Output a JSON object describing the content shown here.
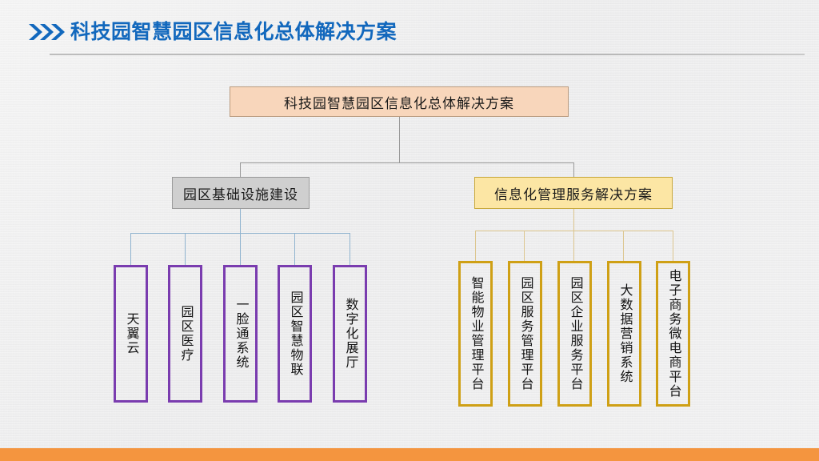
{
  "header": {
    "title": "科技园智慧园区信息化总体解决方案",
    "chevron_icon": "triple-chevron-right-icon",
    "accent_color": "#1268bd",
    "rule_color": "#bdbdbd"
  },
  "footer": {
    "bar_color": "#f4953f"
  },
  "chart_data": {
    "type": "diagram",
    "title": "科技园智慧园区信息化总体解决方案",
    "root": {
      "label": "科技园智慧园区信息化总体解决方案",
      "fill": "#f8d6bb",
      "border": "#b99a7e"
    },
    "branches": [
      {
        "label": "园区基础设施建设",
        "fill": "#cfcfcf",
        "border": "#9b9b9b",
        "connector_color": "#8fb3cf",
        "leaf_border": "#7a3caf",
        "children": [
          {
            "label": "天翼云"
          },
          {
            "label": "园区医疗"
          },
          {
            "label": "一脸通系统"
          },
          {
            "label": "园区智慧物联"
          },
          {
            "label": "数字化展厅"
          }
        ]
      },
      {
        "label": "信息化管理服务解决方案",
        "fill": "#fce6a4",
        "border": "#c9a93c",
        "connector_color": "#dcc58e",
        "leaf_border": "#cfa015",
        "children": [
          {
            "label": "智能物业管理平台"
          },
          {
            "label": "园区服务管理平台"
          },
          {
            "label": "园区企业服务平台"
          },
          {
            "label": "大数据营销系统"
          },
          {
            "label": "电子商务微电商平台"
          }
        ]
      }
    ]
  }
}
